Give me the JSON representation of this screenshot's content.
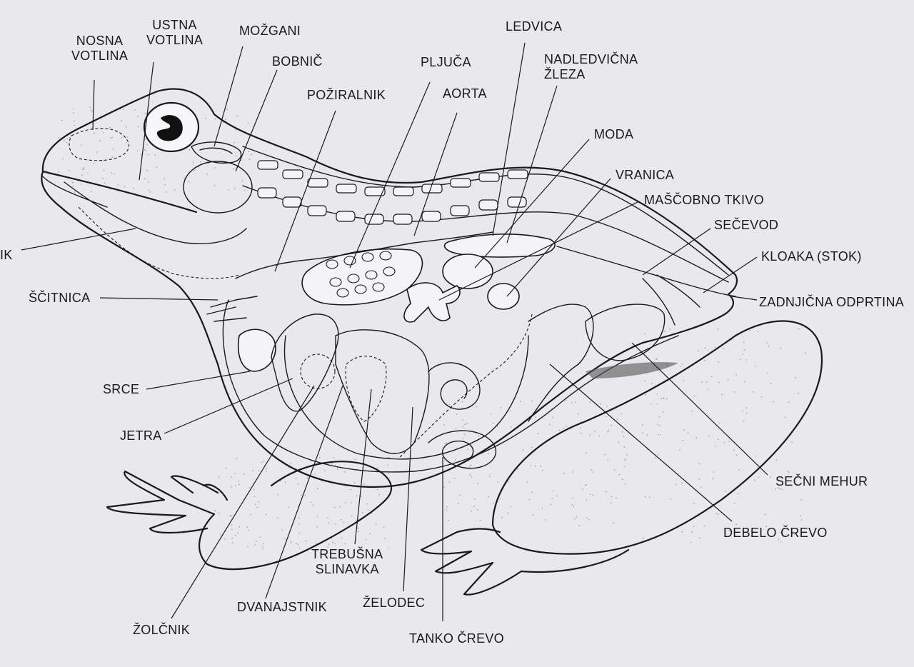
{
  "labels": {
    "nosna_votlina": [
      "NOSNA",
      "VOTLINA"
    ],
    "ustna_votlina": [
      "USTNA",
      "VOTLINA"
    ],
    "mozgani": "MOŽGANI",
    "bobnic": "BOBNIČ",
    "pljuca": "PLJUČA",
    "poziralnik": "POŽIRALNIK",
    "aorta": "AORTA",
    "ledvica": "LEDVICA",
    "nadledvicna_zleza": [
      "NADLEDVIČNA",
      "ŽLEZA"
    ],
    "moda": "MODA",
    "vranica": "VRANICA",
    "mascobno_tkivo": "MAŠČOBNO TKIVO",
    "secevod": "SEČEVOD",
    "kloaka": "KLOAKA (STOK)",
    "zadnjicna_odprtina": "ZADNJIČNA ODPRTINA",
    "jezik_partial": "IK",
    "scitnica": "ŠČITNICA",
    "srce": "SRCE",
    "jetra": "JETRA",
    "secni_mehur": "SEČNI MEHUR",
    "debelo_crevo": "DEBELO ČREVO",
    "trebusna_slinavka": [
      "TREBUŠNA",
      "SLINAVKA"
    ],
    "dvanajstnik": "DVANAJSTNIK",
    "zelodec": "ŽELODEC",
    "zolcnik": "ŽOLČNIK",
    "tanko_crevo": "TANKO ČREVO"
  }
}
